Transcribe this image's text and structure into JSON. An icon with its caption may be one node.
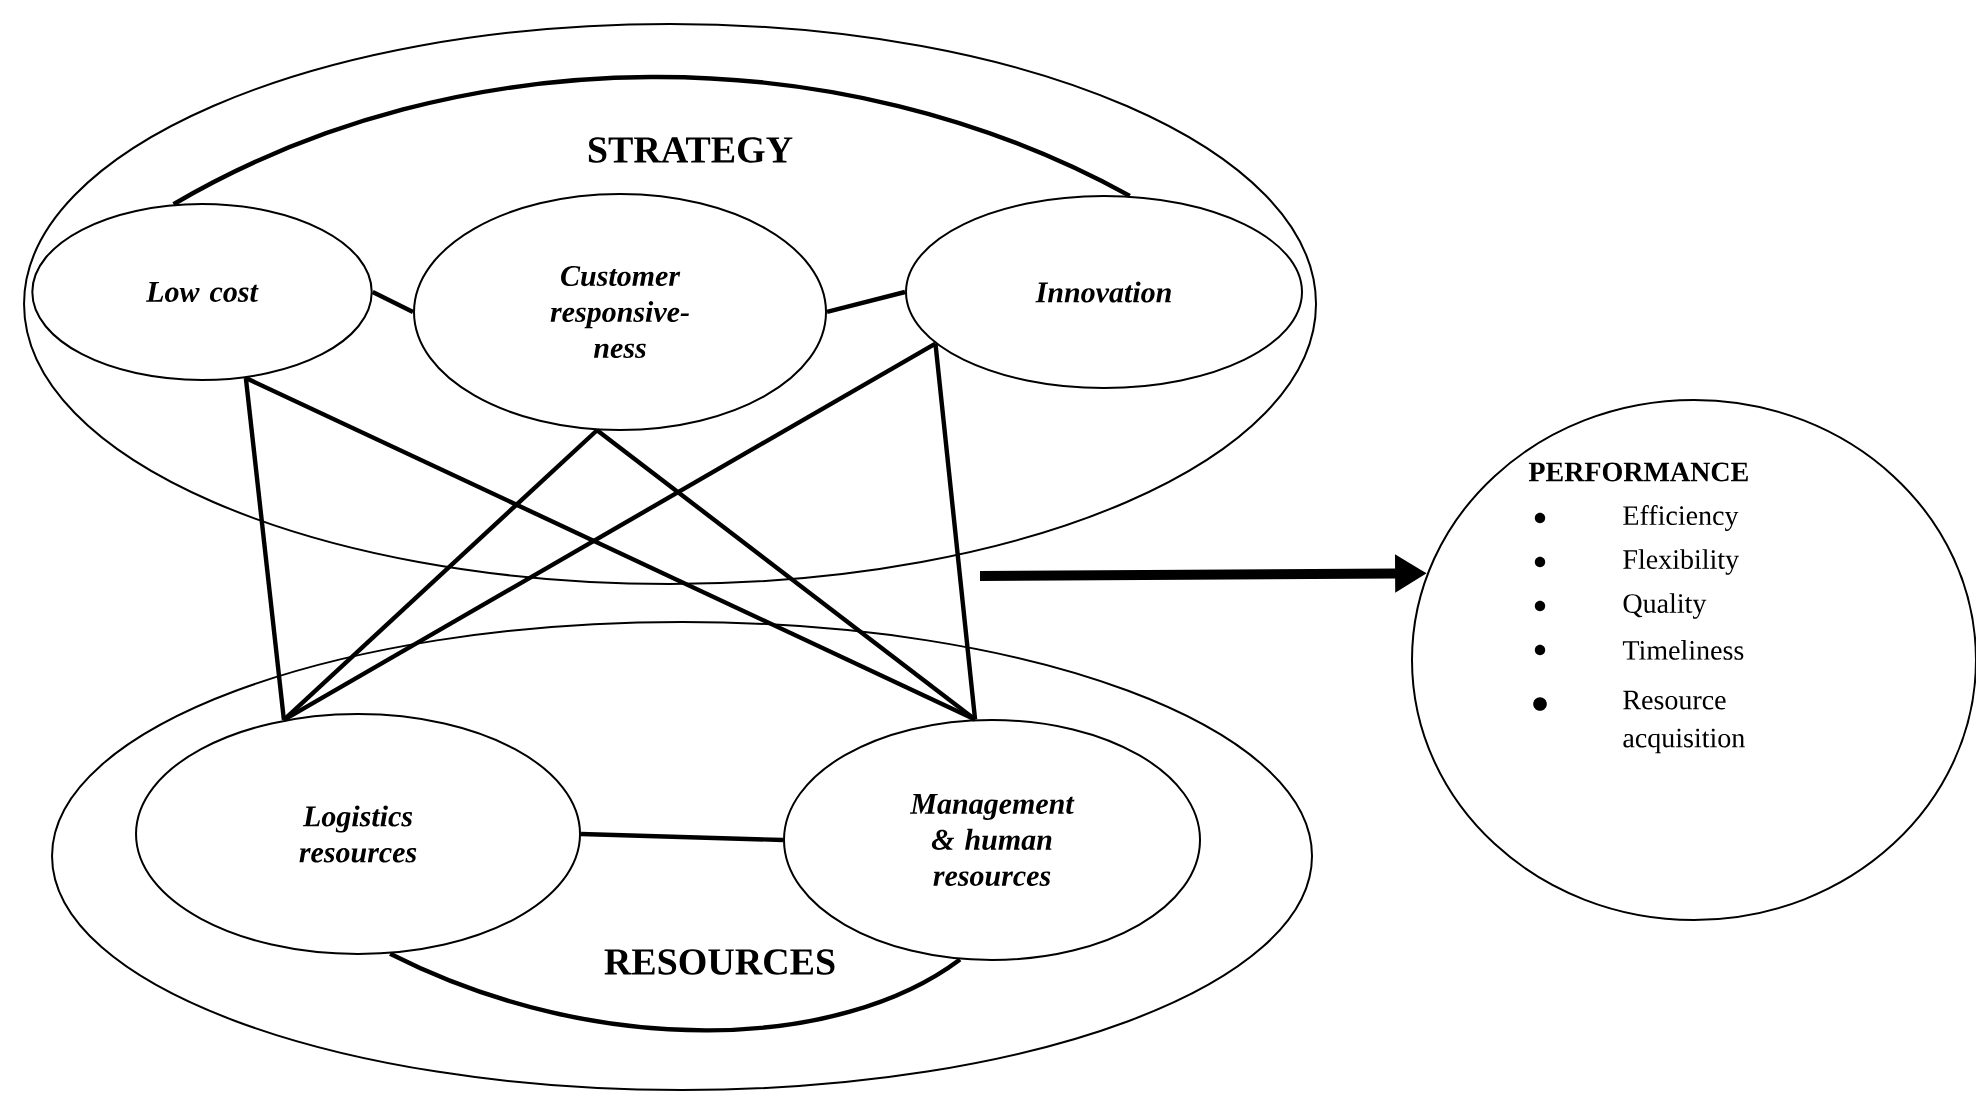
{
  "diagram": {
    "nodes": [
      {
        "text": [
          "STRATEGY"
        ]
      },
      {
        "text": [
          "Low cost"
        ],
        "in": 0
      },
      {
        "text": [
          "Customer responsive-ness"
        ],
        "in": 0
      },
      {
        "text": [
          "Innovation"
        ],
        "in": 0
      },
      {
        "text": [
          "RESOURCES"
        ]
      },
      {
        "text": [
          "Logistics resources"
        ],
        "in": 4
      },
      {
        "text": [
          "Management & human resources"
        ],
        "in": 4
      },
      {
        "text": [
          "PERFORMANCE",
          "Efficiency",
          "Flexibility",
          "Quality",
          "Timeliness",
          "Resource acquisition"
        ]
      }
    ],
    "edges": [
      {
        "from": 1,
        "to": 2,
        "arrow": "none"
      },
      {
        "from": 2,
        "to": 3,
        "arrow": "none"
      },
      {
        "from": 1,
        "to": 3,
        "arrow": "none"
      },
      {
        "from": 1,
        "to": 5,
        "arrow": "none"
      },
      {
        "from": 1,
        "to": 6,
        "arrow": "none"
      },
      {
        "from": 2,
        "to": 5,
        "arrow": "none"
      },
      {
        "from": 2,
        "to": 6,
        "arrow": "none"
      },
      {
        "from": 3,
        "to": 5,
        "arrow": "none"
      },
      {
        "from": 3,
        "to": 6,
        "arrow": "none"
      },
      {
        "from": 5,
        "to": 6,
        "arrow": "none"
      },
      {
        "from": 5,
        "to": 6,
        "arrow": "none"
      },
      {
        "from": null,
        "to": 7,
        "arrow": "to",
        "style": "thick"
      }
    ]
  }
}
